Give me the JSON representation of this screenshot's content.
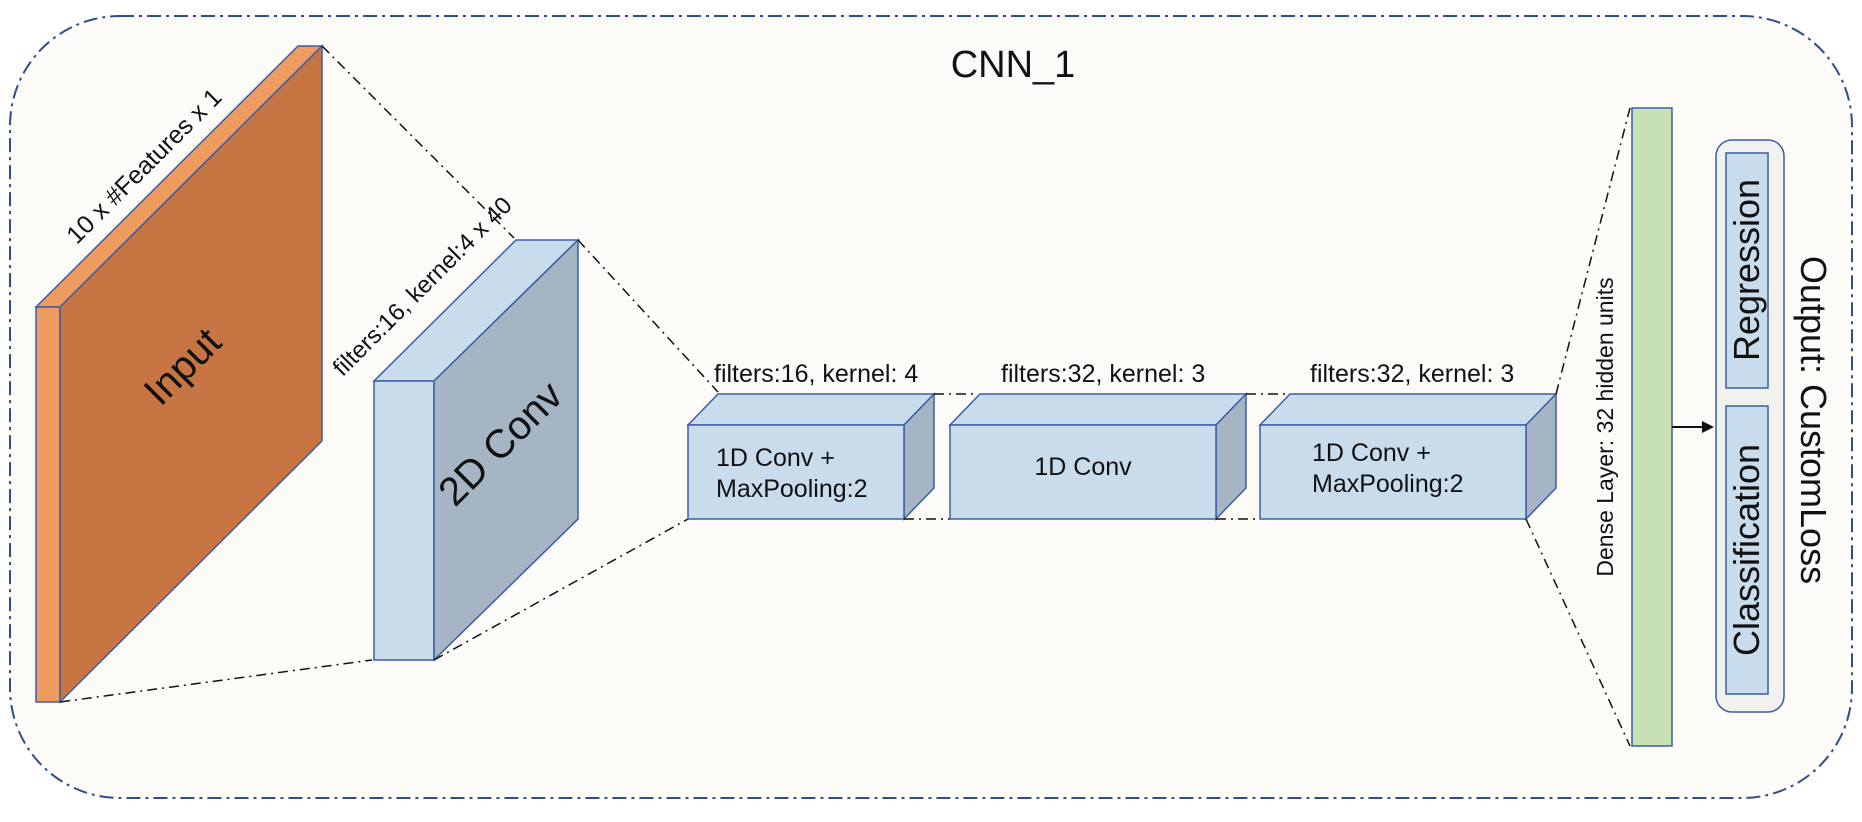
{
  "title": "CNN_1",
  "input": {
    "label": "Input",
    "dims": "10 x #Features x 1"
  },
  "conv2d": {
    "label": "2D Conv",
    "params": "filters:16, kernel:4 x 40"
  },
  "conv1d_blocks": [
    {
      "label_lines": [
        "1D Conv +",
        "MaxPooling:2"
      ],
      "params": "filters:16, kernel: 4"
    },
    {
      "label_lines": [
        "1D Conv"
      ],
      "params": "filters:32, kernel: 3"
    },
    {
      "label_lines": [
        "1D Conv +",
        "MaxPooling:2"
      ],
      "params": "filters:32, kernel: 3"
    }
  ],
  "dense": {
    "label": "Dense Layer: 32 hidden  units"
  },
  "output": {
    "title": "Output: CustomLoss",
    "heads": [
      "Regression",
      "Classification"
    ]
  },
  "colors": {
    "panel_bg": "#fcfbf7",
    "panel_border": "#2f4e8a",
    "input_front": "#c67543",
    "input_side": "#ef9a5e",
    "conv_light": "#c9dcec",
    "conv_dark": "#a5b5c3",
    "dense_fill": "#c7e0b4",
    "stroke": "#3b5ea8"
  }
}
